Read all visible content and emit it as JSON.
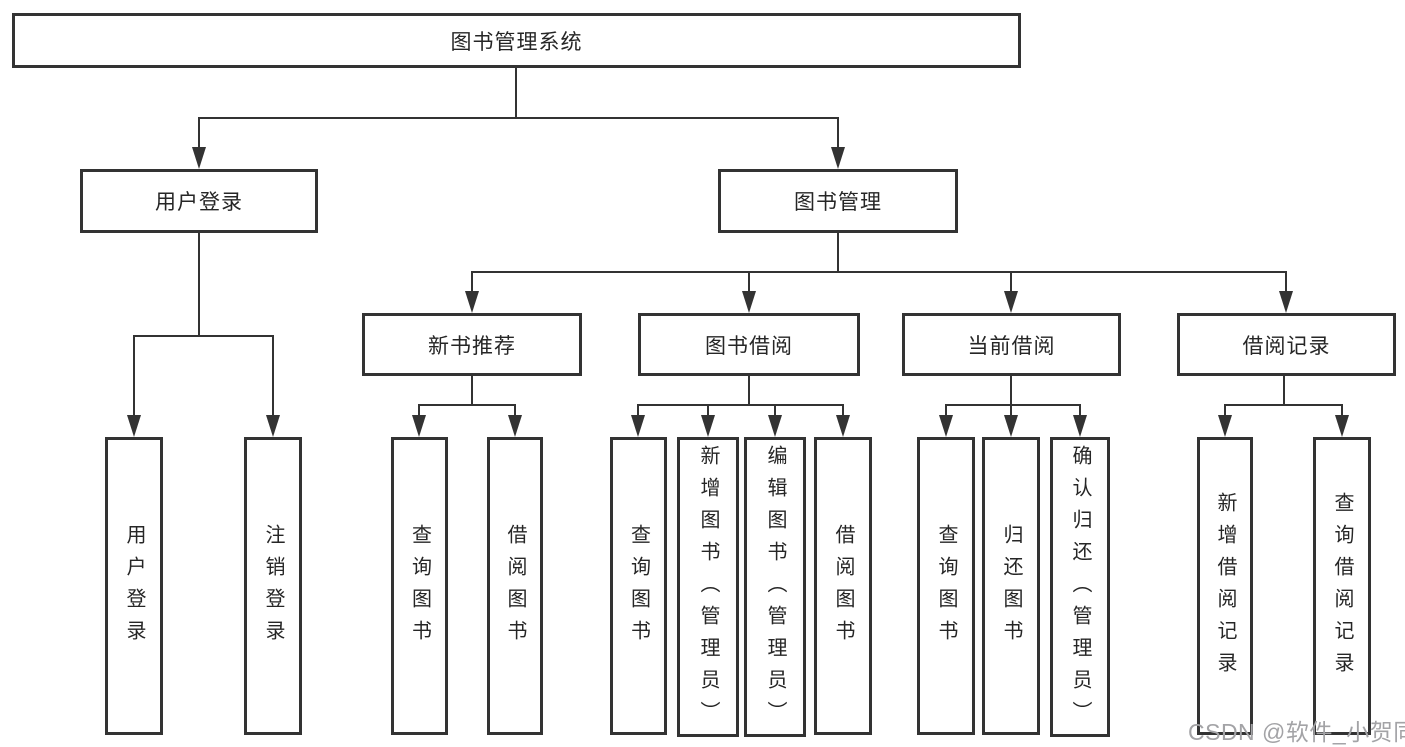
{
  "diagram": {
    "type": "hierarchy-tree",
    "colors": {
      "background": "#ffffff",
      "line": "#333333",
      "box_fill": "#ffffff",
      "box_border": "#333333",
      "text": "#262626",
      "watermark": "#a3a3a6"
    },
    "tree": {
      "root": {
        "label": "图书管理系统",
        "children": [
          {
            "label": "用户登录",
            "children": [
              {
                "label": "用户登录"
              },
              {
                "label": "注销登录"
              }
            ]
          },
          {
            "label": "图书管理",
            "children": [
              {
                "label": "新书推荐",
                "children": [
                  {
                    "label": "查询图书"
                  },
                  {
                    "label": "借阅图书"
                  }
                ]
              },
              {
                "label": "图书借阅",
                "children": [
                  {
                    "label": "查询图书"
                  },
                  {
                    "label": "新增图书（管理员）"
                  },
                  {
                    "label": "编辑图书（管理员）"
                  },
                  {
                    "label": "借阅图书"
                  }
                ]
              },
              {
                "label": "当前借阅",
                "children": [
                  {
                    "label": "查询图书"
                  },
                  {
                    "label": "归还图书"
                  },
                  {
                    "label": "确认归还（管理员）"
                  }
                ]
              },
              {
                "label": "借阅记录",
                "children": [
                  {
                    "label": "新增借阅记录"
                  },
                  {
                    "label": "查询借阅记录"
                  }
                ]
              }
            ]
          }
        ]
      }
    },
    "watermark": {
      "text": "CSDN @软件_小贺同学"
    }
  }
}
